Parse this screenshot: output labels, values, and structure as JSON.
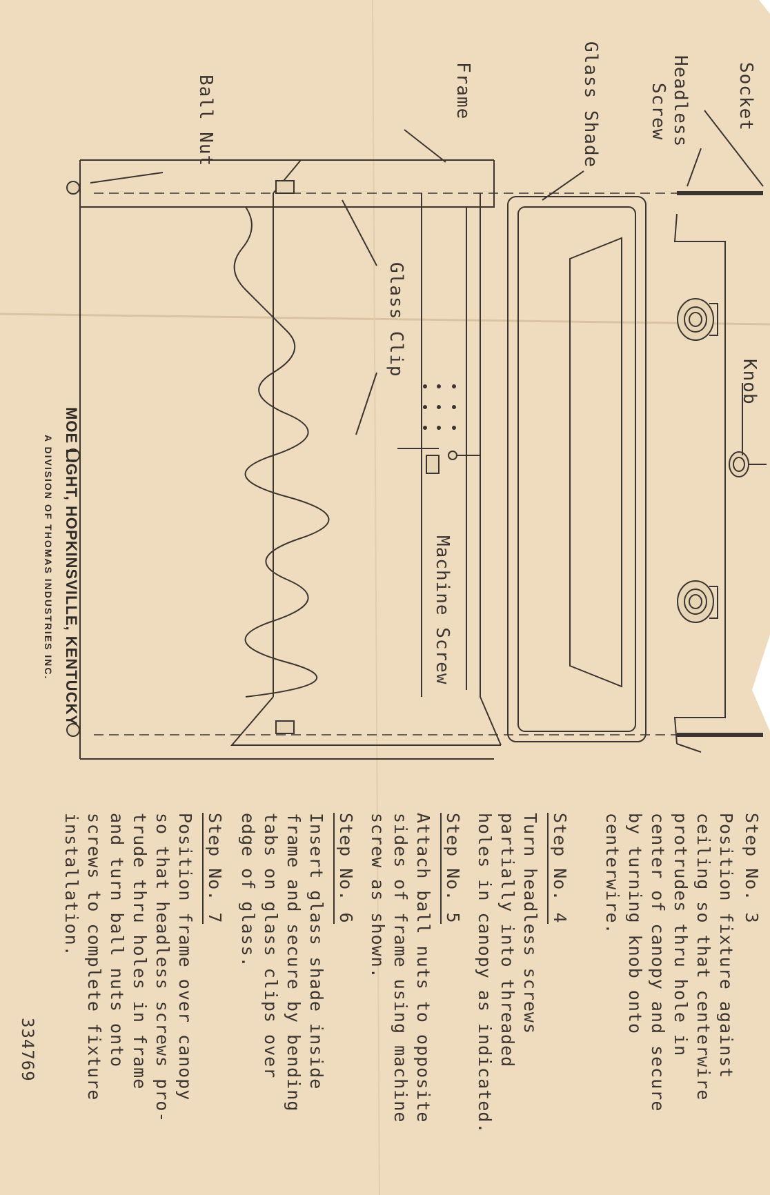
{
  "labels": {
    "socket": "Socket",
    "headless_screw_1": "Headless",
    "headless_screw_2": "Screw",
    "glass_shade": "Glass Shade",
    "frame": "Frame",
    "ball_nut": "Ball Nut",
    "glass_clip": "Glass Clip",
    "knob": "Knob",
    "machine_screw": "Machine Screw"
  },
  "steps": [
    {
      "title": "Step No. 3",
      "lines": [
        "Position fixture against",
        "ceiling so that centerwire",
        "protrudes thru hole in",
        "center of canopy and secure",
        "by turning knob onto",
        "centerwire."
      ]
    },
    {
      "title": "Step No. 4",
      "lines": [
        "Turn headless screws",
        "partially into threaded",
        "holes in canopy as indicated."
      ]
    },
    {
      "title": "Step No. 5",
      "lines": [
        "Attach ball nuts to opposite",
        "sides of frame using machine",
        "screw as shown."
      ]
    },
    {
      "title": "Step No. 6",
      "lines": [
        "Insert glass shade inside",
        "frame and secure by bending",
        "tabs on glass clips over",
        "edge of glass."
      ]
    },
    {
      "title": "Step No. 7",
      "lines": [
        "Position frame over canopy",
        "so that headless screws pro-",
        "trude thru holes in frame",
        "and turn ball nuts onto",
        "screws to complete fixture",
        "installation."
      ]
    }
  ],
  "company": {
    "name": "MOE LIGHT, HOPKINSVILLE, KENTUCKY",
    "division": "A DIVISION OF THOMAS INDUSTRIES INC."
  },
  "part_number": "334769",
  "colors": {
    "paper": "#efdcbf",
    "ink": "#3a3530"
  }
}
